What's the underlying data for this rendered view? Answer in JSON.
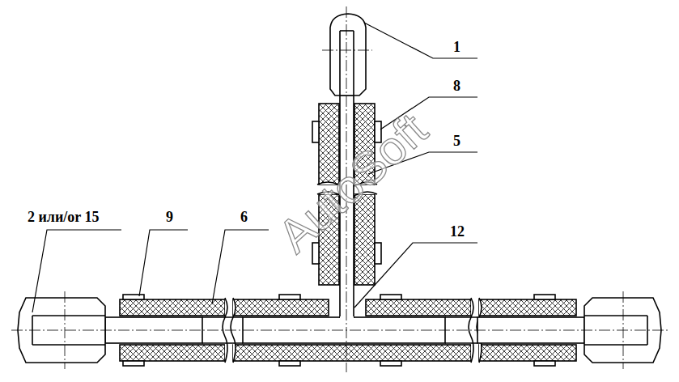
{
  "diagram": {
    "labels": [
      "1",
      "8",
      "5",
      "2 или/or 15",
      "9",
      "6",
      "12",
      "AutoSoft"
    ]
  }
}
